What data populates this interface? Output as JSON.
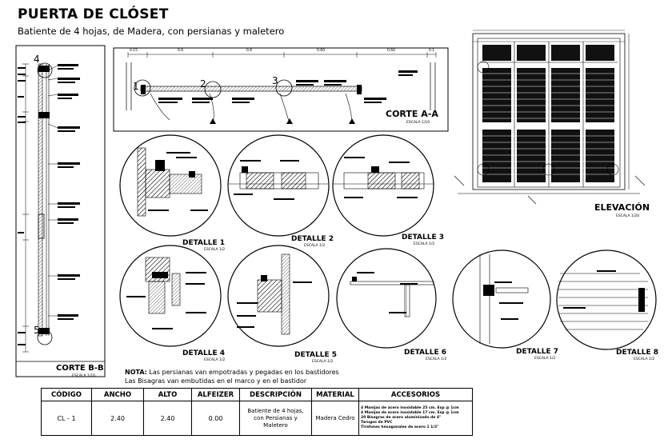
{
  "title": "PUERTA DE CLÓSET",
  "subtitle": "Batiente de 4 hojas, de Madera, con persianas y maletero",
  "corte_aa": {
    "label": "CORTE A-A",
    "scale": "ESCALA 1/10",
    "dims": [
      "0.15",
      "0.6",
      "0.6",
      "0.60",
      "0.60",
      "0.1"
    ],
    "markers": [
      "1",
      "2",
      "3"
    ]
  },
  "corte_bb": {
    "label": "CORTE B-B",
    "scale": "ESCALA 1/10",
    "markers": [
      "4",
      "5"
    ]
  },
  "elevacion": {
    "label": "ELEVACIÓN",
    "scale": "ESCALA 1/20"
  },
  "details": [
    {
      "label": "DETALLE 1",
      "scale": "ESCALA 1/2"
    },
    {
      "label": "DETALLE 2",
      "scale": "ESCALA 1/2"
    },
    {
      "label": "DETALLE 3",
      "scale": "ESCALA 1/2"
    },
    {
      "label": "DETALLE 4",
      "scale": "ESCALA 1/2"
    },
    {
      "label": "DETALLE 5",
      "scale": "ESCALA 1/2"
    },
    {
      "label": "DETALLE 6",
      "scale": "ESCALA 1/2"
    },
    {
      "label": "DETALLE 7",
      "scale": "ESCALA 1/2"
    },
    {
      "label": "DETALLE 8",
      "scale": "ESCALA 1/2"
    }
  ],
  "note": {
    "prefix": "NOTA:",
    "line1": " Las persianas van empotradas y pegadas en los bastidores",
    "line2": "Las Bisagras van embutidas en el marco y en el bastidor"
  },
  "table": {
    "headers": [
      "CÓDIGO",
      "ANCHO",
      "ALTO",
      "ALFEIZER",
      "DESCRIPCIÓN",
      "MATERIAL",
      "ACCESORIOS"
    ],
    "row": {
      "codigo": "CL - 1",
      "ancho": "2.40",
      "alto": "2.40",
      "alfeizer": "0.00",
      "descripcion": "Batiente de 4 hojas, con Persianas y Maletero",
      "material": "Madera Cedro",
      "accesorios": [
        "4 Manijas de acero inoxidable 25 cm. Esp @ 1cm",
        "4 Manijas de acero inoxidable 17 cm. Esp @ 1cm",
        "20 Bisagras de acero aluminizado de 4\"",
        "Tarugos de PVC",
        "Tirafones hexagonales de acero 1 1/2\""
      ]
    }
  }
}
